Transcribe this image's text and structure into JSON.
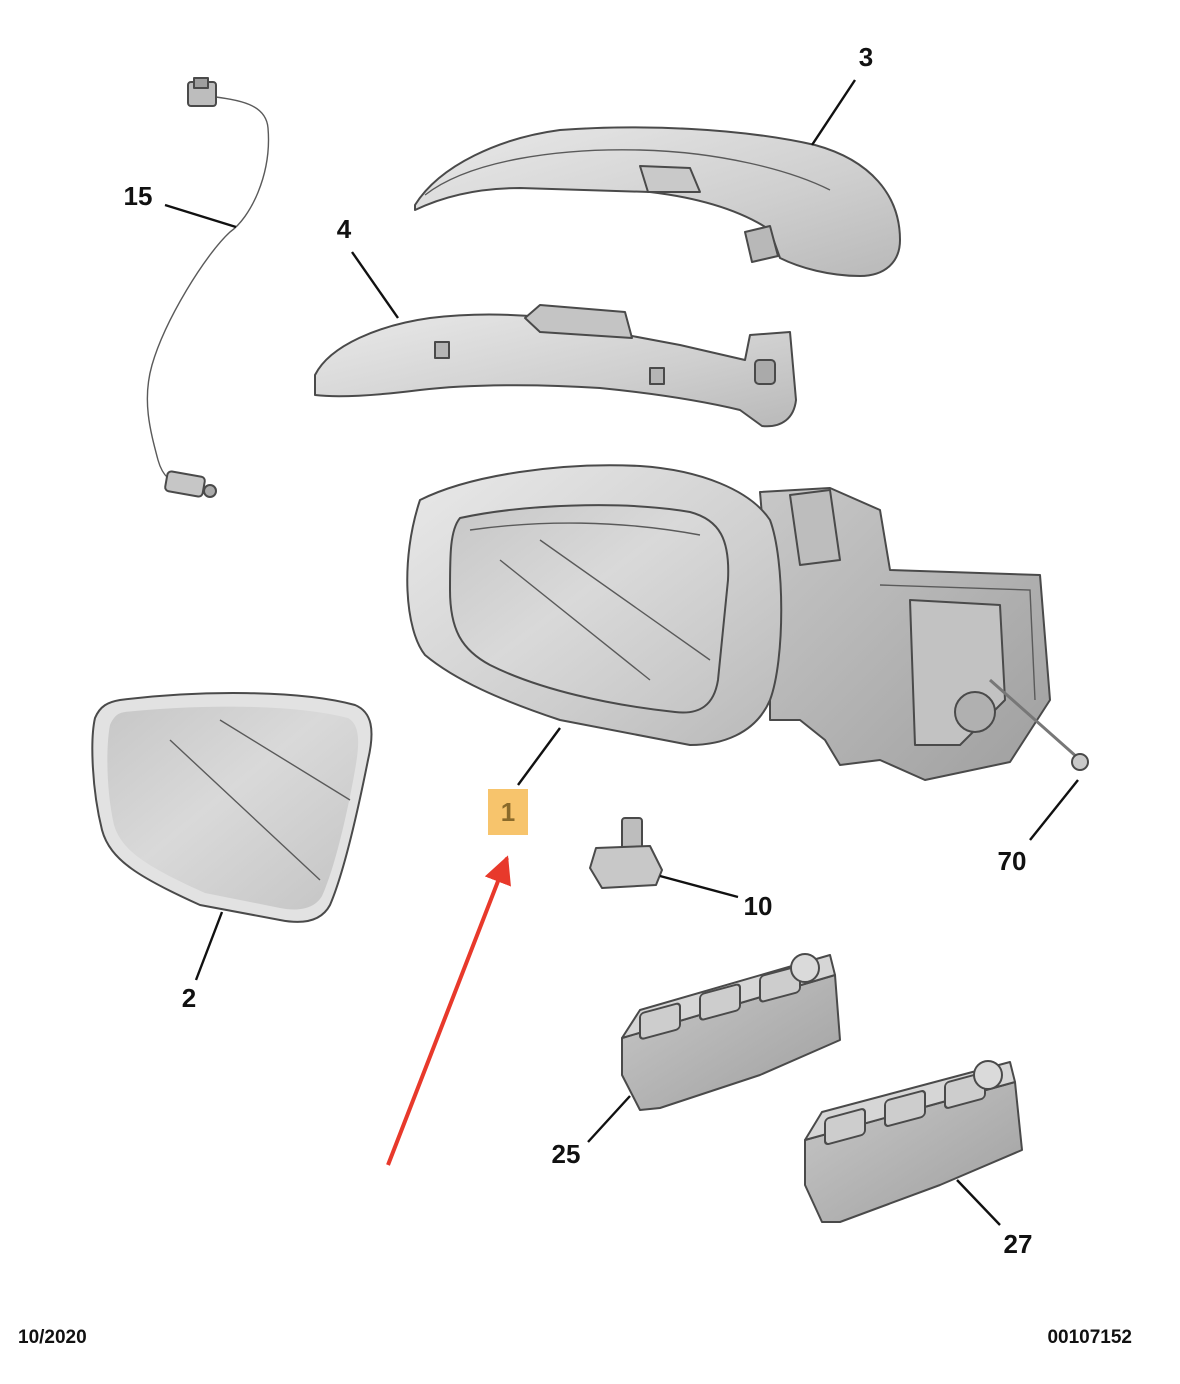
{
  "callouts": {
    "c1": "1",
    "c2": "2",
    "c3": "3",
    "c4": "4",
    "c10": "10",
    "c15": "15",
    "c25": "25",
    "c27": "27",
    "c70": "70"
  },
  "footer": {
    "date": "10/2020",
    "reference": "00107152"
  },
  "colors": {
    "highlight": "#f7c46c",
    "arrow": "#e8392b",
    "part_fill": "#d3d3d3",
    "part_light": "#e6e6e6",
    "part_dark": "#b3b3b3",
    "glass": "#cfcfcf"
  },
  "highlighted_callout": "1"
}
